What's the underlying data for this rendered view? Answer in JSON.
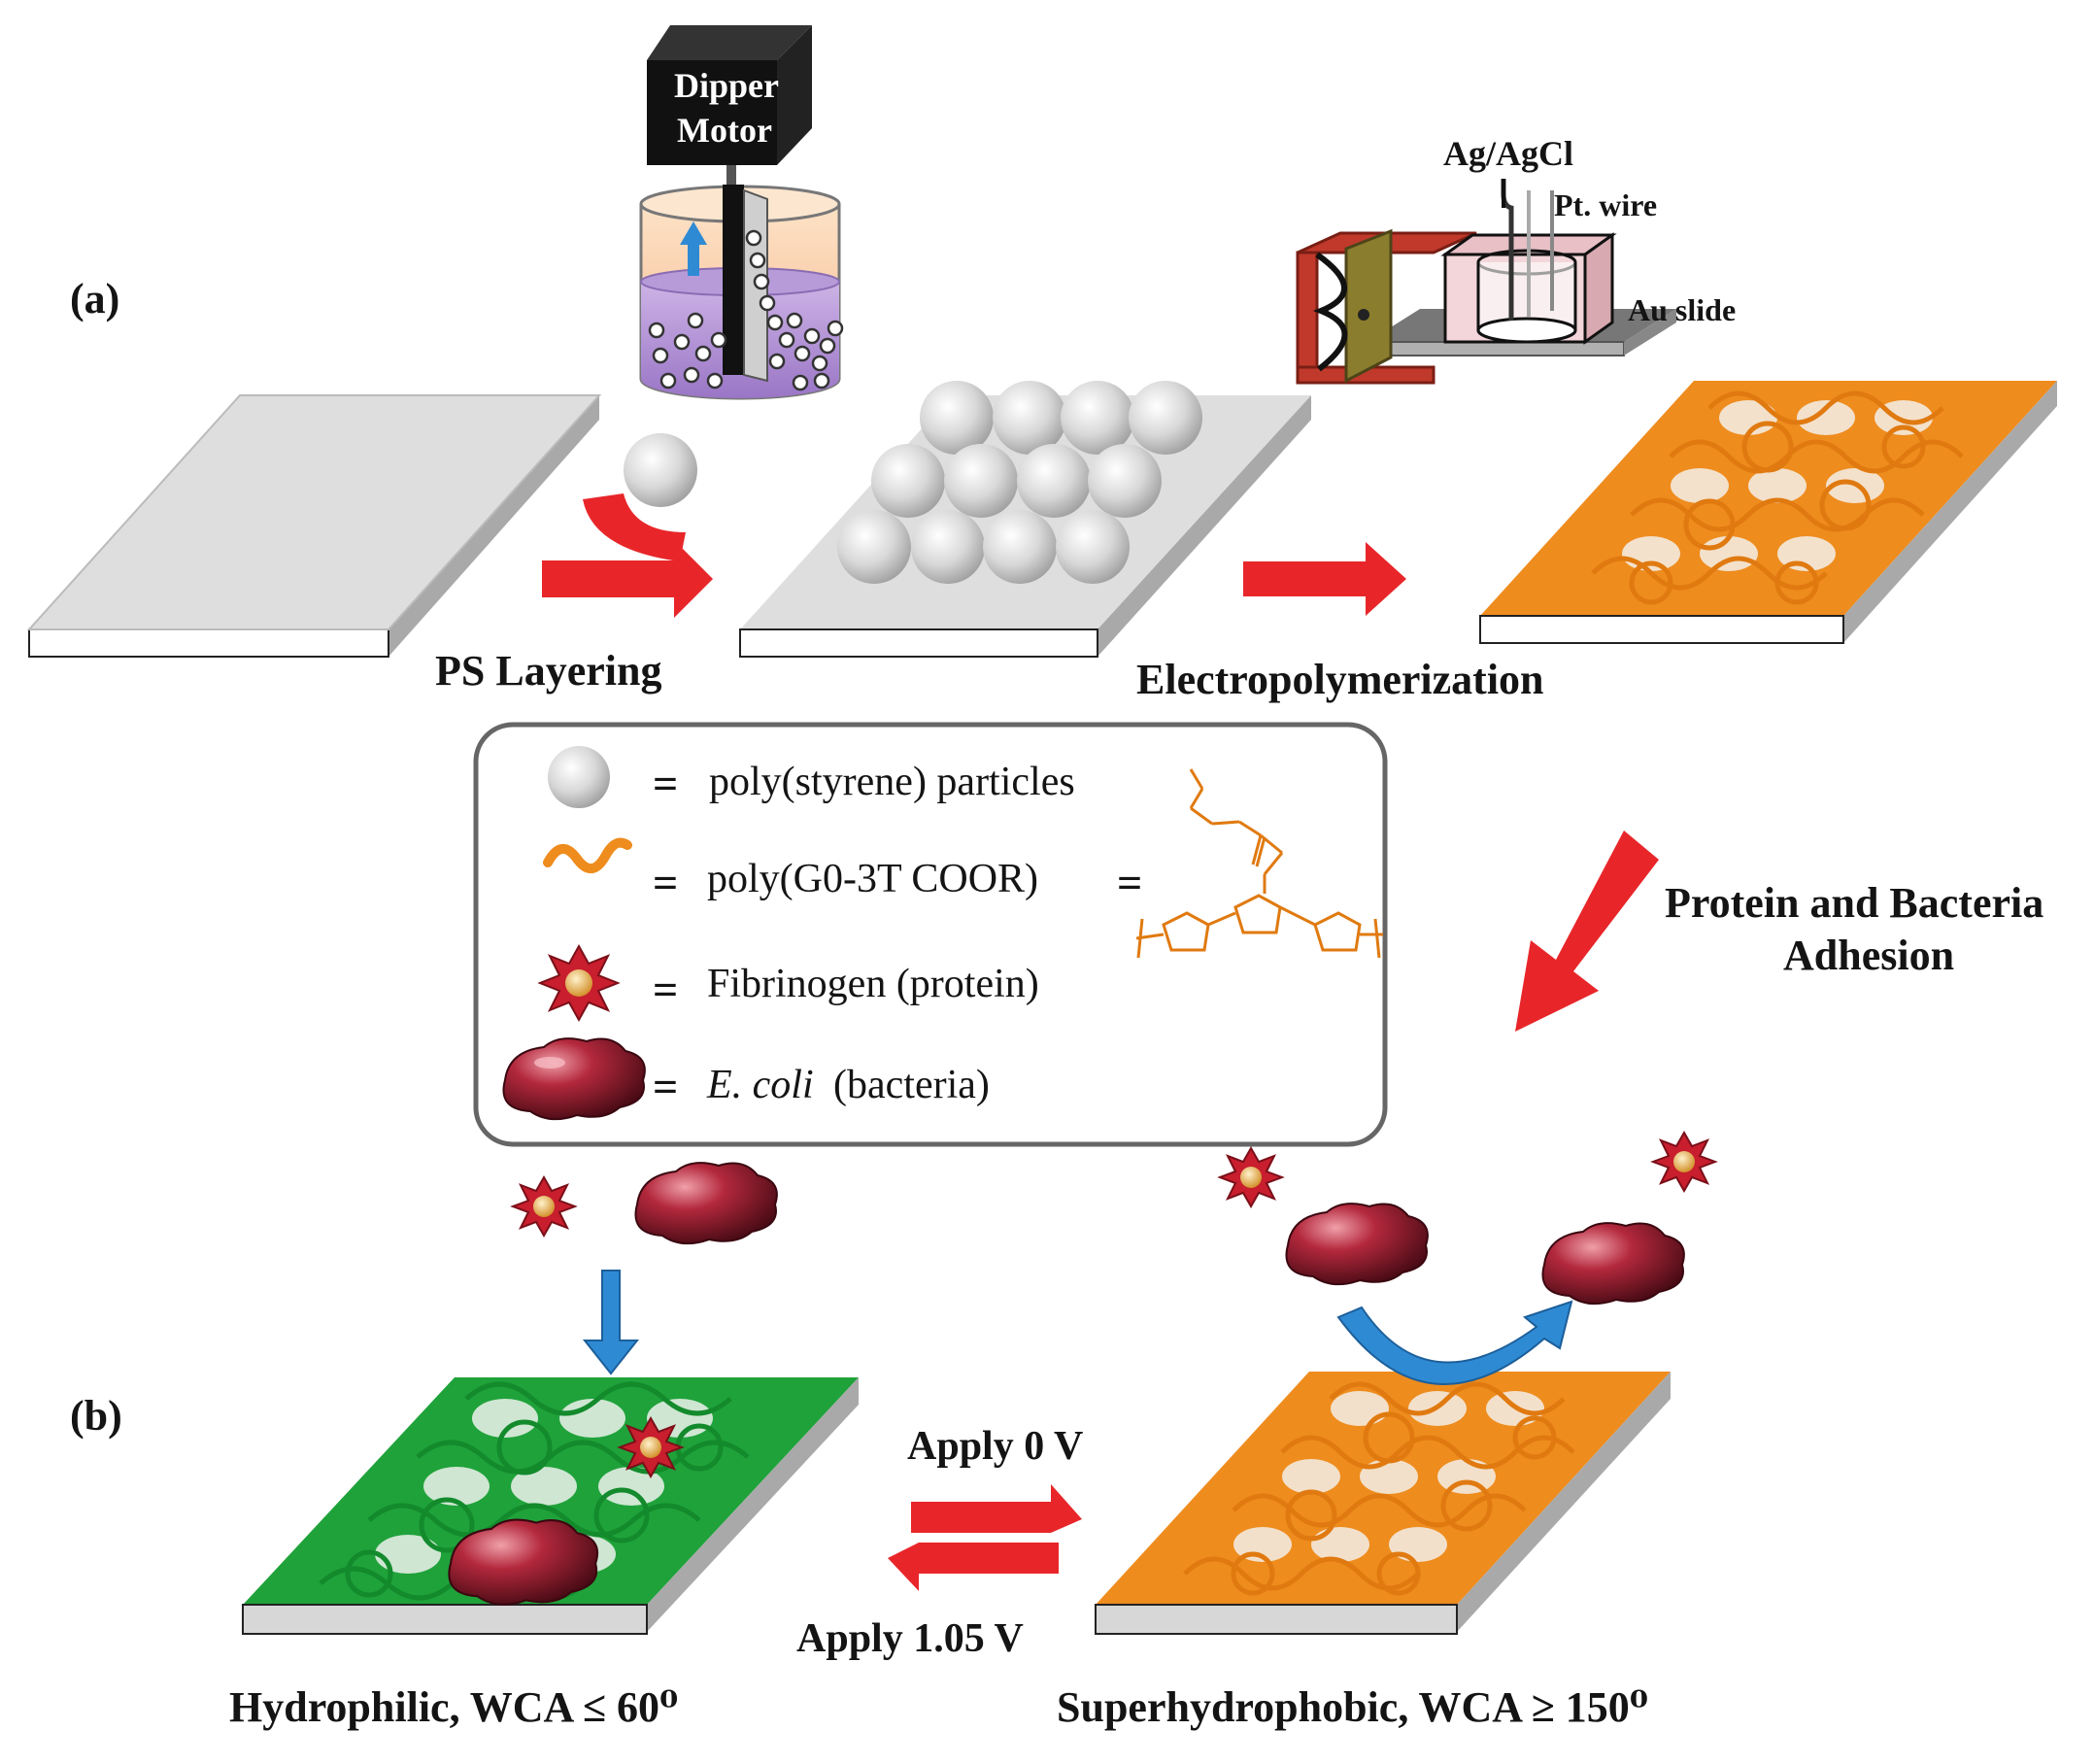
{
  "panels": {
    "a": "(a)",
    "b": "(b)"
  },
  "apparatus": {
    "dipper_line1": "Dipper",
    "dipper_line2": "Motor",
    "ref_electrode": "Ag/AgCl",
    "counter_electrode": "Pt. wire",
    "working_electrode": "Au slide"
  },
  "steps": {
    "ps_layering": "PS Layering",
    "electropolymerization": "Electropolymerization",
    "adhesion_line1": "Protein and Bacteria",
    "adhesion_line2": "Adhesion",
    "apply_0v": "Apply 0 V",
    "apply_105v": "Apply 1.05 V"
  },
  "legend": {
    "equals": "=",
    "particles": "poly(styrene) particles",
    "polymer": "poly(G0-3T COOR)",
    "protein": "Fibrinogen (protein)",
    "bacteria_species": "E. coli",
    "bacteria_suffix": "(bacteria)"
  },
  "states": {
    "hydrophilic": "Hydrophilic, WCA ≤ 60⁰",
    "superhydrophobic": "Superhydrophobic, WCA ≥ 150⁰"
  },
  "colors": {
    "arrow_red": "#e8262a",
    "arrow_blue": "#2f8ad4",
    "polymer_orange": "#ee8c1e",
    "polymer_green": "#1fa23a",
    "bacteria": "#8c1224",
    "slide_top": "#e3e3e3",
    "slide_side": "#bdbdbd"
  }
}
